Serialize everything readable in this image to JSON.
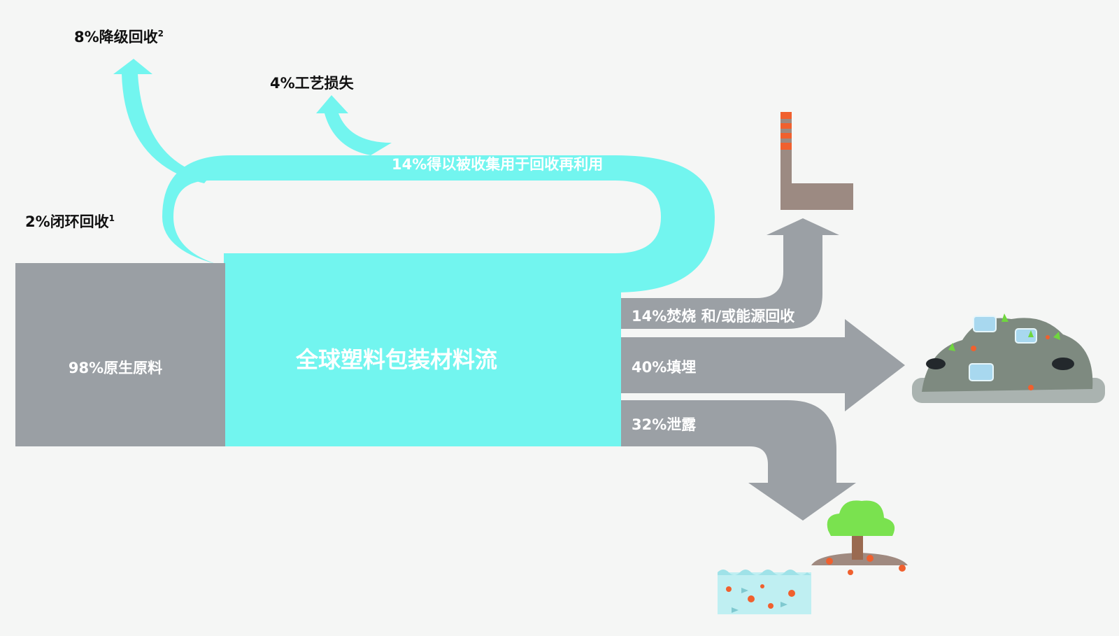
{
  "colors": {
    "background": "#f5f6f5",
    "virgin_gray": "#9a9fa4",
    "flow_cyan": "#72f5ef",
    "outflow_gray": "#9ba0a5",
    "chimney_brown": "#9c8a82",
    "chimney_red": "#f0602e",
    "tree_green": "#7ae24f",
    "trunk_brown": "#9a6a50",
    "island_brown": "#a08a80",
    "water_blue": "#bfeff2",
    "landfill_gray": "#7e8a80"
  },
  "labels": {
    "virgin": "98%原生原料",
    "main": "全球塑料包装材料流",
    "closed_loop": "2%闭环回收",
    "closed_loop_sup": "1",
    "cascade": "8%降级回收",
    "cascade_sup": "2",
    "process_loss": "4%工艺损失",
    "collected": "14%得以被收集用于回收再利用",
    "incineration": "14%焚烧 和/或能源回收",
    "landfill": "40%填埋",
    "leakage": "32%泄露"
  },
  "icons": {
    "incineration": "factory-chimney-icon",
    "landfill": "landfill-pile-icon",
    "leakage_land": "tree-island-icon",
    "leakage_ocean": "ocean-debris-icon"
  }
}
